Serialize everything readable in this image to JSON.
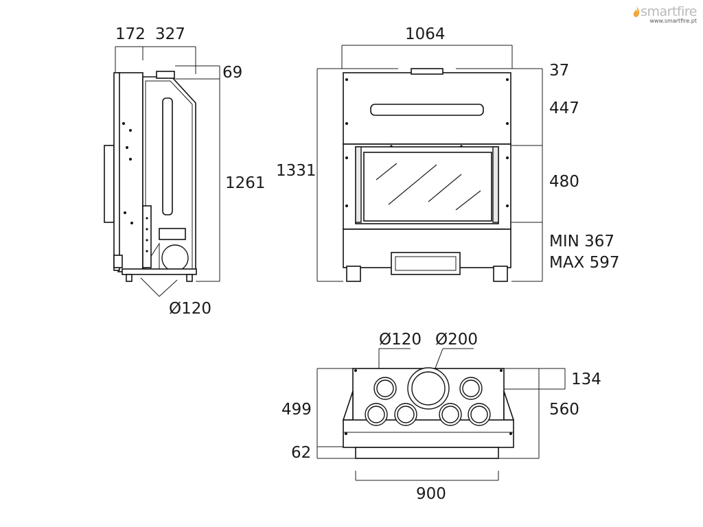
{
  "brand": {
    "name": "smartfire",
    "url": "www.smartfire.pt",
    "accent": "#f3a53b"
  },
  "side_view": {
    "dim_top_left": "172",
    "dim_top_right": "327",
    "dim_flue": "69",
    "dim_height": "1261",
    "dim_pipe": "Ø120"
  },
  "front_view": {
    "dim_width": "1064",
    "dim_height_total": "1331",
    "dim_top": "37",
    "dim_hood": "447",
    "dim_door": "480",
    "dim_base_min": "MIN 367",
    "dim_base_max": "MAX 597"
  },
  "top_view": {
    "dim_pipe_small": "Ø120",
    "dim_pipe_large": "Ø200",
    "dim_offset": "134",
    "dim_depth_left": "499",
    "dim_depth_right": "560",
    "dim_frame": "62",
    "dim_width": "900"
  }
}
